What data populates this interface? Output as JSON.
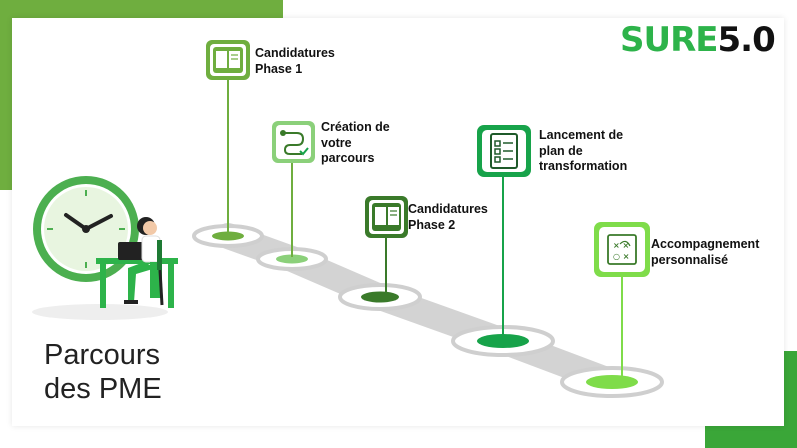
{
  "brand": {
    "logo_sure": "SURE",
    "logo_version": "5.0",
    "colors": {
      "green": "#2db34a",
      "light_green": "#6fae3f",
      "dark_green": "#3a7a2a",
      "gray_path": "#d6d6d6"
    }
  },
  "title": {
    "line1": "Parcours",
    "line2": "des PME"
  },
  "steps": [
    {
      "line1": "Candidatures",
      "line2": "Phase 1",
      "icon": "book-icon"
    },
    {
      "line1": "Création de",
      "line2": "votre",
      "line3": "parcours",
      "icon": "route-icon"
    },
    {
      "line1": "Candidatures",
      "line2": "Phase 2",
      "icon": "book-icon"
    },
    {
      "line1": "Lancement de",
      "line2": "plan de",
      "line3": "transformation",
      "icon": "checklist-icon"
    },
    {
      "line1": "Accompagnement",
      "line2": "personnalisé",
      "icon": "strategy-board-icon"
    }
  ]
}
